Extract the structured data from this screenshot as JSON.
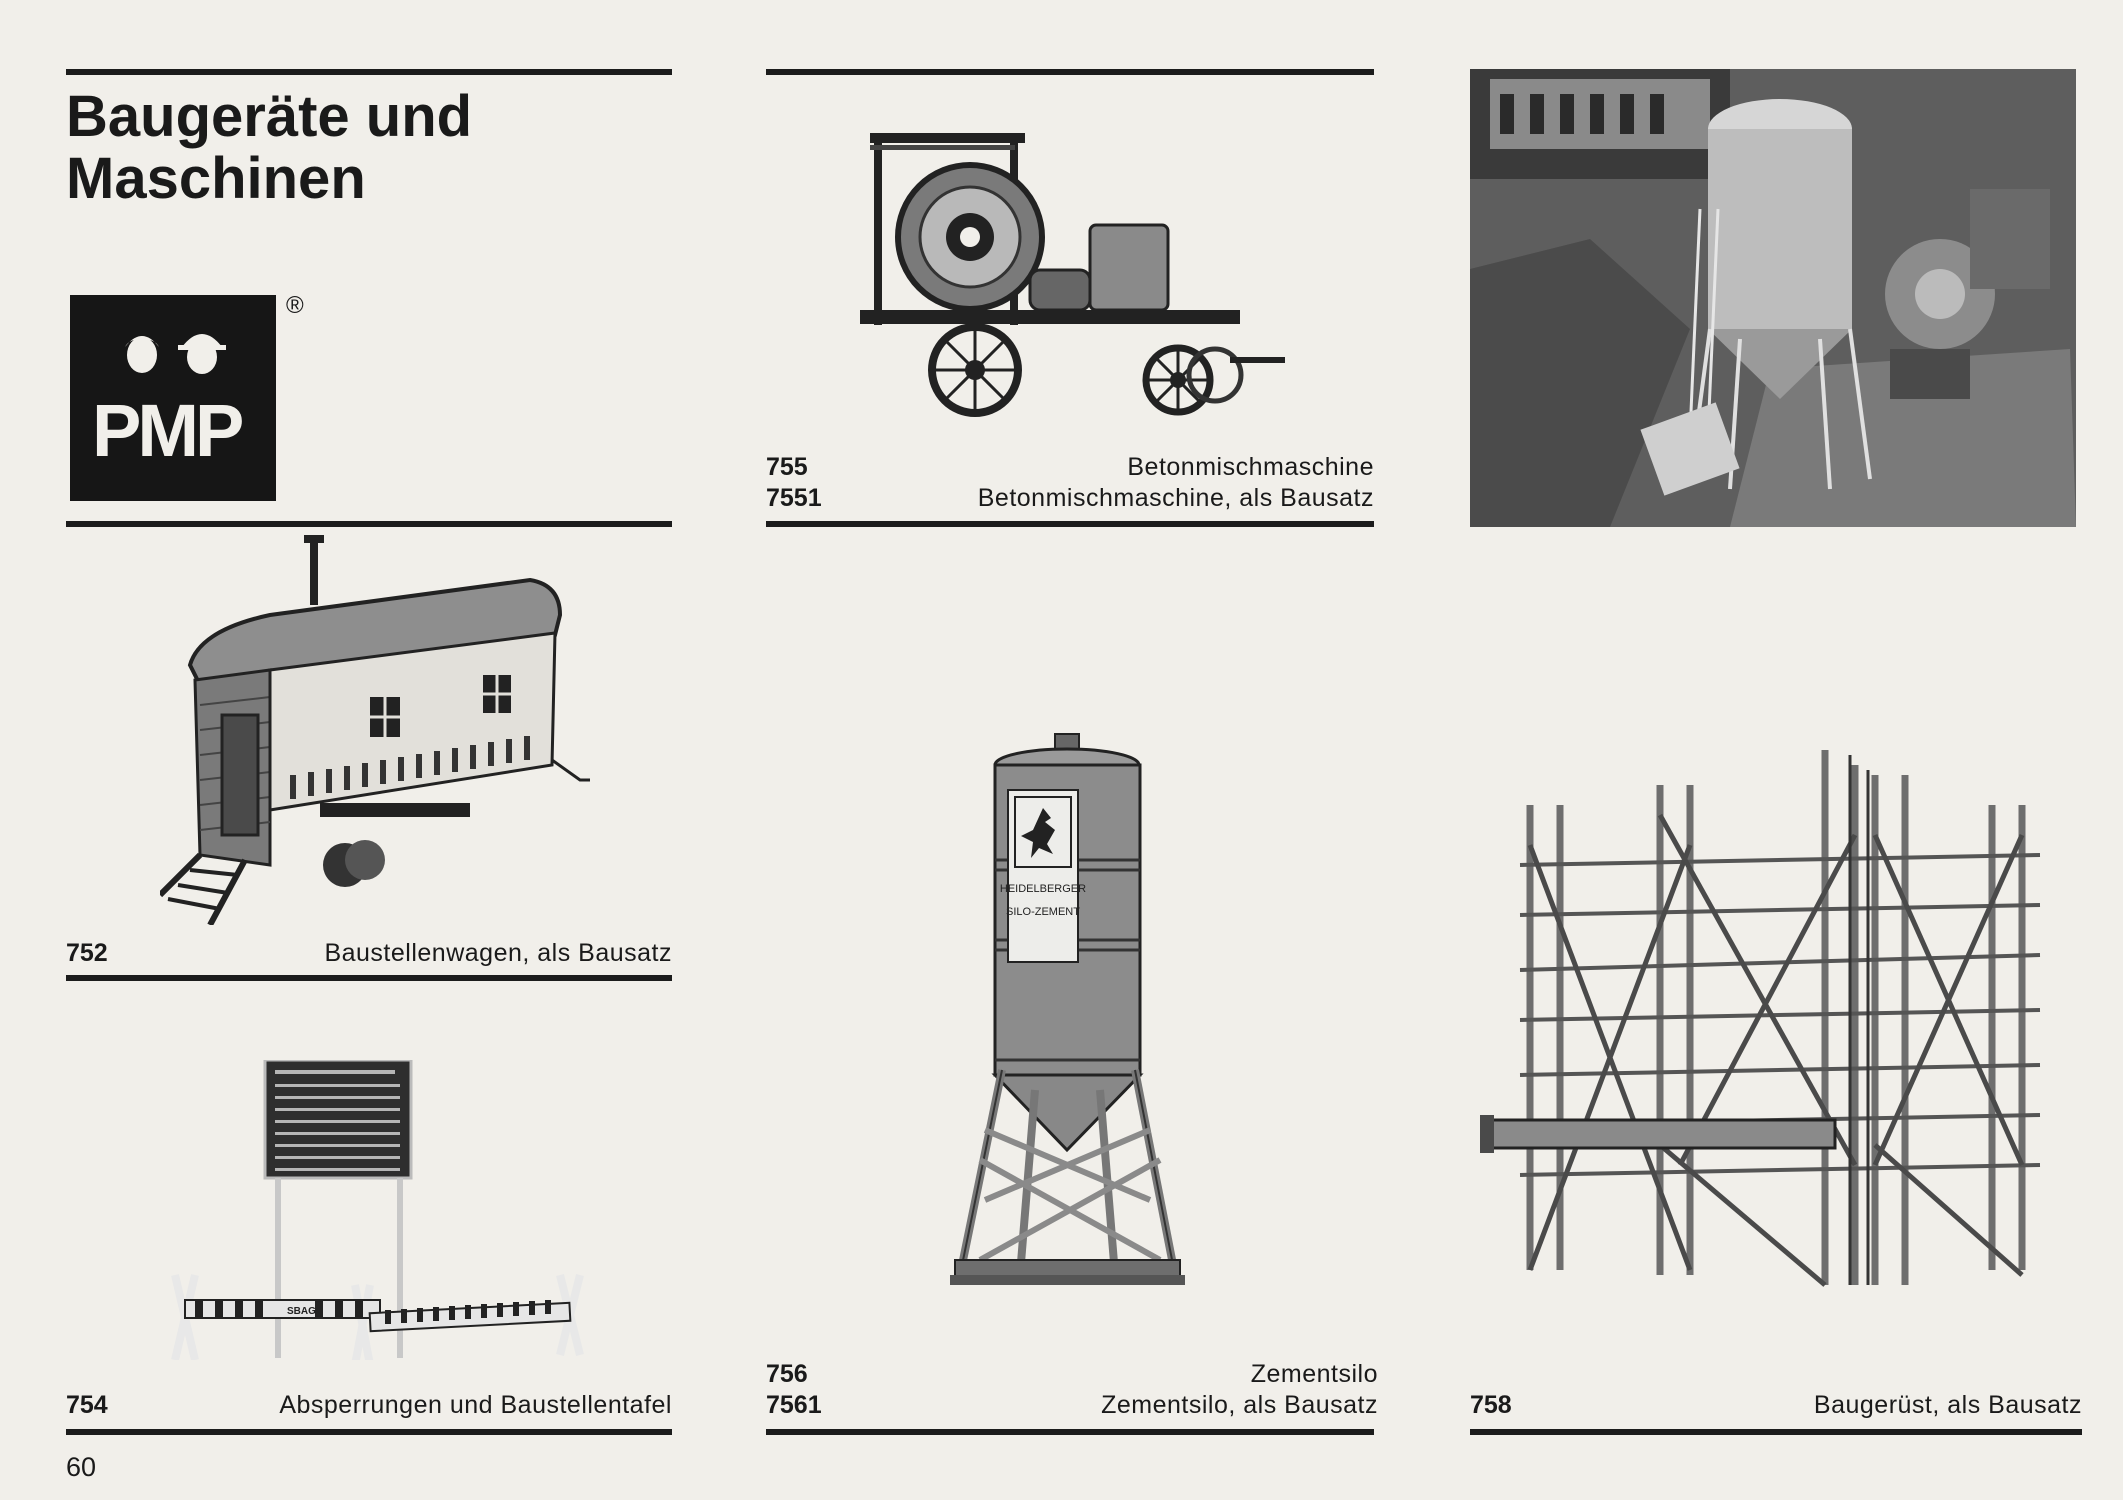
{
  "page": {
    "title_line1": "Baugeräte und",
    "title_line2": "Maschinen",
    "page_number": "60"
  },
  "logo": {
    "text": "PMP",
    "registered_mark": "®"
  },
  "products": [
    {
      "number": "755",
      "name": "Betonmischmaschine"
    },
    {
      "number": "7551",
      "name": "Betonmischmaschine, als Bausatz"
    },
    {
      "number": "752",
      "name": "Baustellenwagen, als Bausatz"
    },
    {
      "number": "754",
      "name": "Absperrungen und Baustellentafel"
    },
    {
      "number": "756",
      "name": "Zementsilo"
    },
    {
      "number": "7561",
      "name": "Zementsilo, als Bausatz"
    },
    {
      "number": "758",
      "name": "Baugerüst, als Bausatz"
    }
  ],
  "silo_sign": {
    "line1": "HEIDELBERGER",
    "line2": "SILO-ZEMENT"
  },
  "barrier_label": "SBAG"
}
